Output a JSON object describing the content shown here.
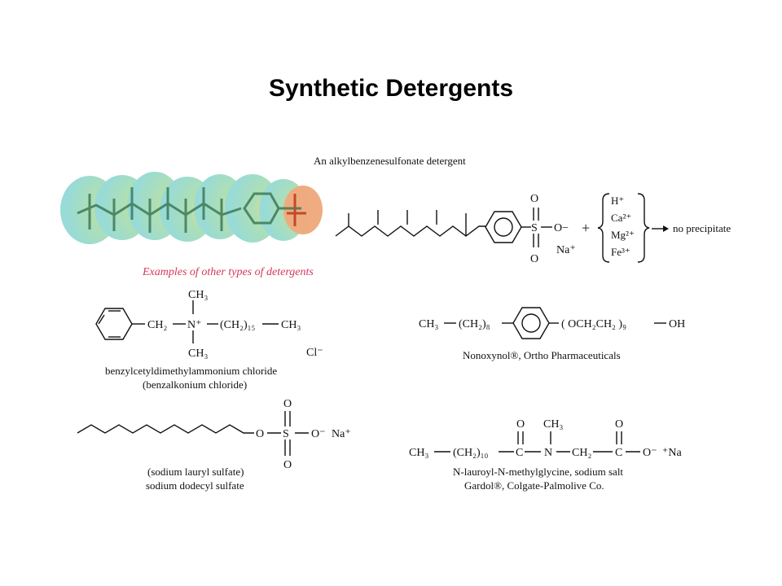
{
  "slide": {
    "title": "Synthetic Detergents"
  },
  "alkylbenzene": {
    "caption": "An alkylbenzenesulfonate detergent",
    "s": "S",
    "o_top": "O",
    "o_bottom": "O",
    "o_minus": "O−",
    "na": "Na⁺",
    "plus": "+",
    "ions": [
      "H⁺",
      "Ca²⁺",
      "Mg²⁺",
      "Fe³⁺"
    ],
    "result": "no precipitate"
  },
  "examples_heading": "Examples of other types of detergents",
  "benzalkonium": {
    "ch3_top": "CH₃",
    "ch2": "CH₂",
    "n_plus": "N⁺",
    "chain": "(CH₂)₁₅",
    "ch3_end": "CH₃",
    "ch3_bottom": "CH₃",
    "cl": "Cl⁻",
    "name_line1": "benzylcetyldimethylammonium chloride",
    "name_line2": "(benzalkonium chloride)"
  },
  "nonoxynol": {
    "ch3": "CH₃",
    "chain": "(CH₂)₈",
    "ether": "( OCH₂CH₂ )₉",
    "oh": "OH",
    "name": "Nonoxynol®, Ortho Pharmaceuticals"
  },
  "sds": {
    "o_link": "O",
    "s": "S",
    "o_top": "O",
    "o_bottom": "O",
    "o_minus": "O⁻",
    "na": "Na⁺",
    "name_line1": "(sodium lauryl sulfate)",
    "name_line2": "sodium dodecyl sulfate"
  },
  "gardol": {
    "ch3": "CH₃",
    "chain": "(CH₂)₁₀",
    "c1": "C",
    "o1": "O",
    "n": "N",
    "n_ch3": "CH₃",
    "ch2": "CH₂",
    "c2": "C",
    "o2": "O",
    "o_minus": "O⁻",
    "na": "⁺Na",
    "name_line1": "N-lauroyl-N-methylglycine, sodium salt",
    "name_line2": "Gardol®, Colgate-Palmolive Co."
  },
  "colors": {
    "heading_red": "#d4365a",
    "bond": "#111111"
  }
}
